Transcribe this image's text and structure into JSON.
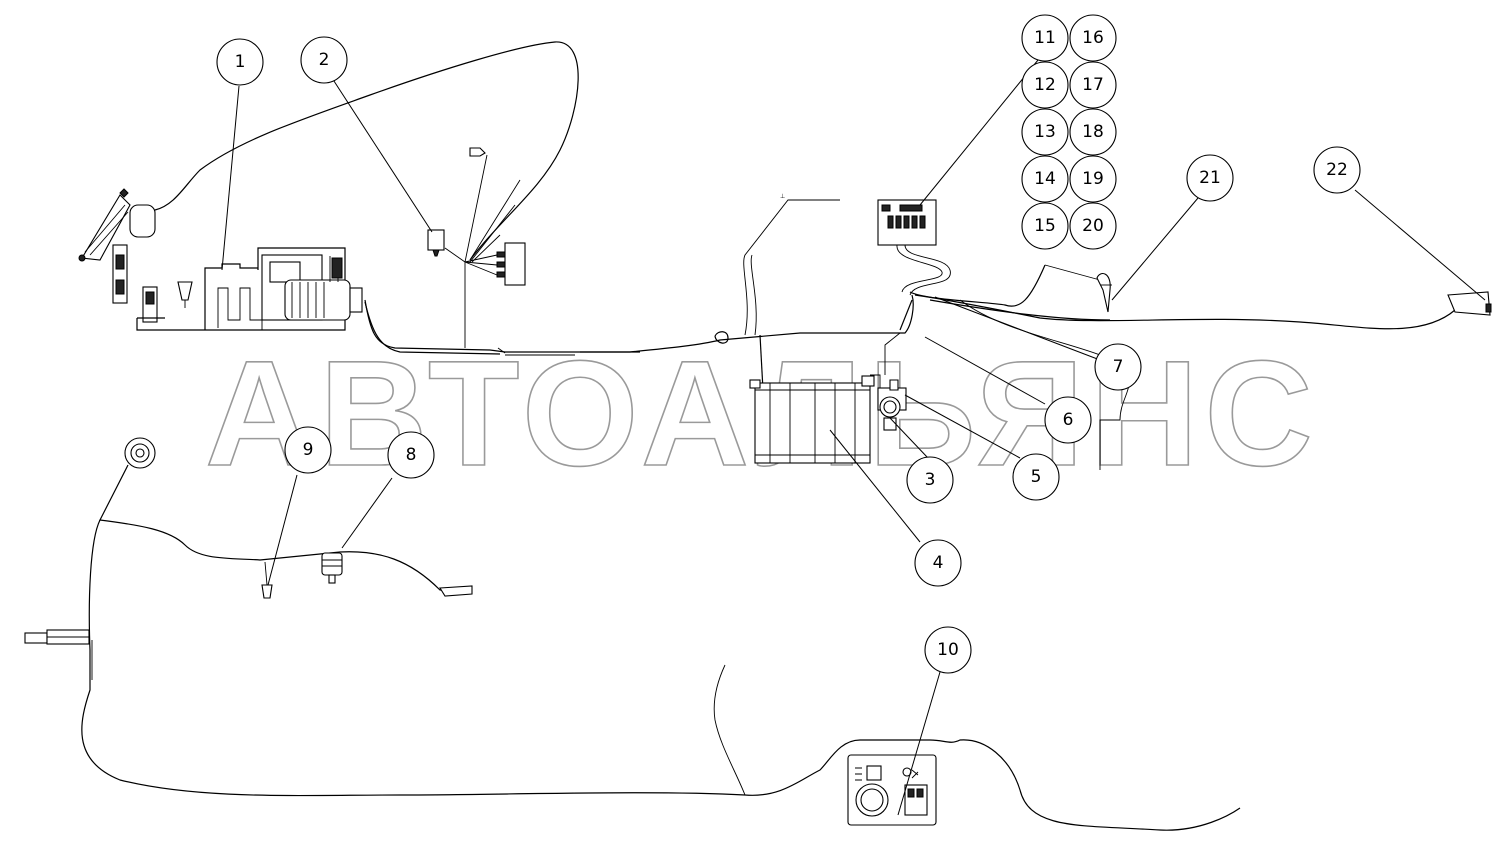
{
  "watermark": "АВТОАЛЬЯНС",
  "callouts": [
    "1",
    "2",
    "3",
    "4",
    "5",
    "6",
    "7",
    "8",
    "9",
    "10",
    "11",
    "12",
    "13",
    "14",
    "15",
    "16",
    "17",
    "18",
    "19",
    "20",
    "21",
    "22"
  ],
  "colors": {
    "line": "#000000",
    "watermark": "#9a9a9a",
    "background": "#ffffff"
  }
}
